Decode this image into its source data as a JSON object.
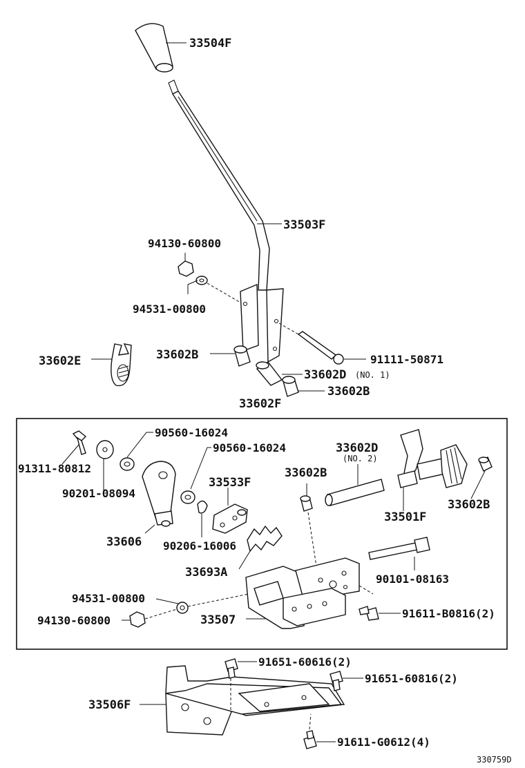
{
  "diagram_code": "330759D",
  "parts": {
    "knob": "33504F",
    "lever": "33503F",
    "nut_top": "94130-60800",
    "washer_top": "94531-00800",
    "bushing_left": "33602B",
    "clip": "33602E",
    "bolt_long": "91111-50871",
    "pin_no1": "33602D",
    "pin_no1_note": "(NO. 1)",
    "bushing_right": "33602B",
    "assembly": "33602F",
    "bolt_small": "91311-80812",
    "washer_a": "90560-16024",
    "washer_b": "90560-16024",
    "plate_washer": "90201-08094",
    "arm": "33606",
    "spring_washer": "90206-16006",
    "bracket_small": "33533F",
    "plate_notched": "33693A",
    "pin_no2": "33602D",
    "pin_no2_note": "(NO. 2)",
    "bushing_inner": "33602B",
    "shaft_gear": "33501F",
    "bushing_end": "33602B",
    "bolt_mid": "90101-08163",
    "washer_bottom": "94531-00800",
    "nut_bottom": "94130-60800",
    "housing": "33507",
    "bolt_b0816": "91611-B0816(2)",
    "bolt_60616": "91651-60616(2)",
    "bolt_60816": "91651-60816(2)",
    "base": "33506F",
    "bolt_g0612": "91611-G0612(4)"
  }
}
